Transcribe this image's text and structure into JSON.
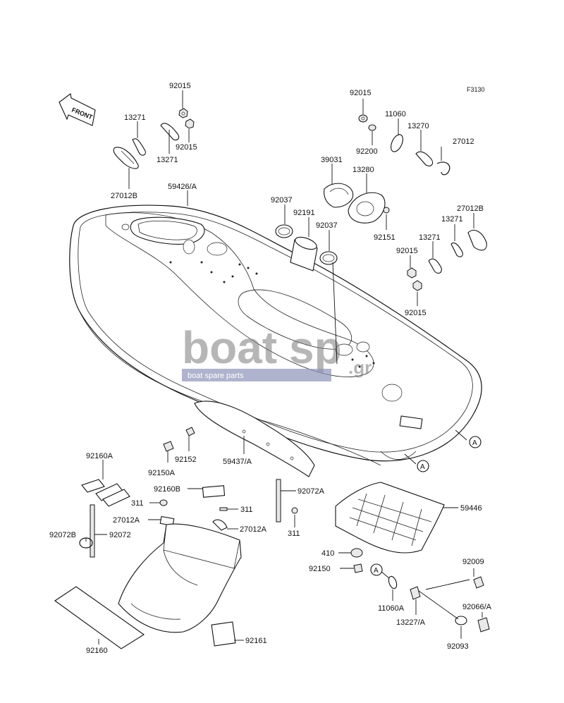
{
  "figure_code": "F3130",
  "front_arrow_label": "FRONT",
  "watermark": {
    "logo_letters_a": "boat",
    "logo_letters_b": "sp",
    "domain_suffix": ".gr",
    "tagline": "boat spare parts"
  },
  "callout_marker": "A",
  "parts": [
    {
      "id": "p01",
      "label": "92015"
    },
    {
      "id": "p02",
      "label": "13271"
    },
    {
      "id": "p03",
      "label": "13271"
    },
    {
      "id": "p04",
      "label": "92015"
    },
    {
      "id": "p05",
      "label": "27012B"
    },
    {
      "id": "p06",
      "label": "59426/A"
    },
    {
      "id": "p07",
      "label": "92015"
    },
    {
      "id": "p08",
      "label": "11060"
    },
    {
      "id": "p09",
      "label": "13270"
    },
    {
      "id": "p10",
      "label": "27012"
    },
    {
      "id": "p11",
      "label": "92200"
    },
    {
      "id": "p12",
      "label": "39031"
    },
    {
      "id": "p13",
      "label": "13280"
    },
    {
      "id": "p14",
      "label": "92037"
    },
    {
      "id": "p15",
      "label": "92191"
    },
    {
      "id": "p16",
      "label": "92037"
    },
    {
      "id": "p17",
      "label": "92151"
    },
    {
      "id": "p18",
      "label": "27012B"
    },
    {
      "id": "p19",
      "label": "13271"
    },
    {
      "id": "p20",
      "label": "13271"
    },
    {
      "id": "p21",
      "label": "92015"
    },
    {
      "id": "p22",
      "label": "92015"
    },
    {
      "id": "p23",
      "label": "92160A"
    },
    {
      "id": "p24",
      "label": "92150A"
    },
    {
      "id": "p25",
      "label": "92152"
    },
    {
      "id": "p26",
      "label": "59437/A"
    },
    {
      "id": "p27",
      "label": "92160B"
    },
    {
      "id": "p28",
      "label": "311"
    },
    {
      "id": "p29",
      "label": "311"
    },
    {
      "id": "p30",
      "label": "27012A"
    },
    {
      "id": "p31",
      "label": "27012A"
    },
    {
      "id": "p32",
      "label": "92072B"
    },
    {
      "id": "p33",
      "label": "92072"
    },
    {
      "id": "p34",
      "label": "92072A"
    },
    {
      "id": "p35",
      "label": "311"
    },
    {
      "id": "p36",
      "label": "59446"
    },
    {
      "id": "p37",
      "label": "410"
    },
    {
      "id": "p38",
      "label": "92150"
    },
    {
      "id": "p39",
      "label": "92009"
    },
    {
      "id": "p40",
      "label": "11060A"
    },
    {
      "id": "p41",
      "label": "13227/A"
    },
    {
      "id": "p42",
      "label": "92066/A"
    },
    {
      "id": "p43",
      "label": "92093"
    },
    {
      "id": "p44",
      "label": "92160"
    },
    {
      "id": "p45",
      "label": "92161"
    }
  ]
}
